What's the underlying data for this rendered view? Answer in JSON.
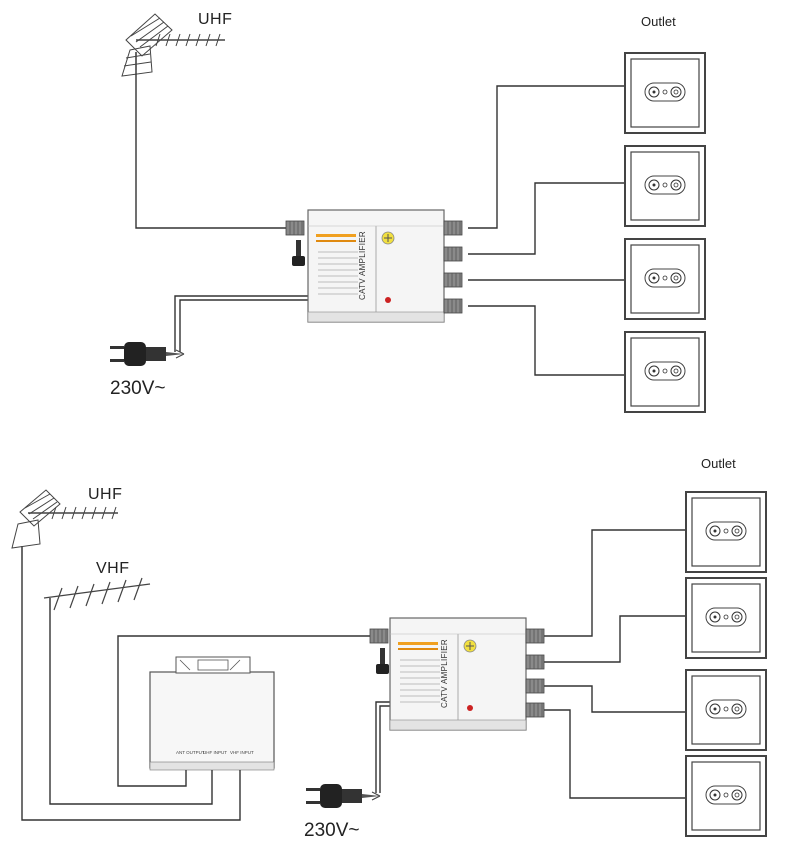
{
  "diagram_top": {
    "antenna_uhf": "UHF",
    "outlet_label": "Outlet",
    "amplifier_label": "CATV AMPLIFIER",
    "power_label": "230V~"
  },
  "diagram_bottom": {
    "antenna_uhf": "UHF",
    "antenna_vhf": "VHF",
    "outlet_label": "Outlet",
    "amplifier_label": "CATV AMPLIFIER",
    "power_label": "230V~",
    "combiner_ports": [
      "ANT OUTPUT",
      "UHF INPUT",
      "VHF INPUT"
    ]
  },
  "colors": {
    "line": "#333333",
    "outlet_border": "#444444",
    "connector": "#777777",
    "stripe": "#f0a020",
    "led": "#cc2222"
  }
}
